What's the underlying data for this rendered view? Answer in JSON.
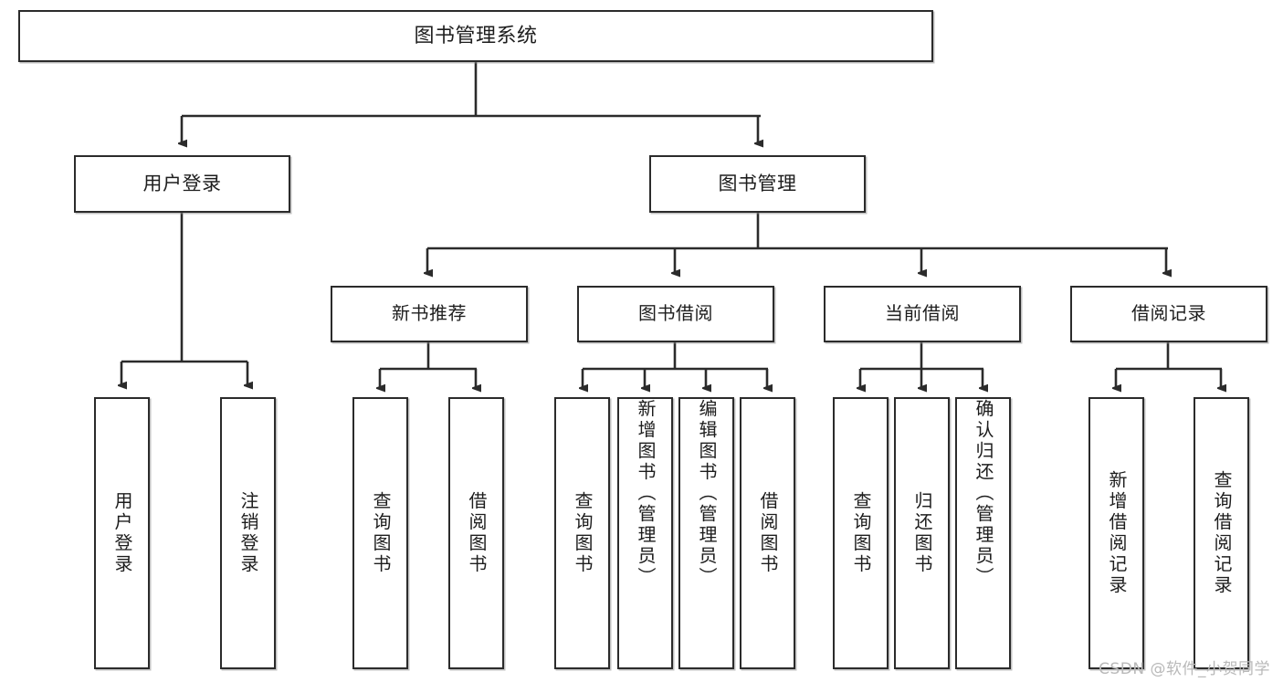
{
  "diagram": {
    "type": "tree",
    "title": "图书管理系统",
    "watermark": "CSDN @软件_小贺同学",
    "style": {
      "box_border_color": "#2b2b2b",
      "box_fill_color": "#ffffff",
      "connector_color": "#2b2b2b",
      "text_color": "#1d1d1d",
      "watermark_color": "#b9b9b9",
      "background": "#ffffff"
    },
    "levels": 4,
    "nodes": {
      "root": {
        "id": "root",
        "label": "图书管理系统",
        "level": 1,
        "orientation": "horizontal"
      },
      "l2": [
        {
          "id": "user-login",
          "label": "用户登录",
          "level": 2,
          "orientation": "horizontal",
          "parent": "root"
        },
        {
          "id": "book-manage",
          "label": "图书管理",
          "level": 2,
          "orientation": "horizontal",
          "parent": "root"
        }
      ],
      "l3": [
        {
          "id": "new-book-rec",
          "label": "新书推荐",
          "level": 3,
          "orientation": "horizontal",
          "parent": "book-manage"
        },
        {
          "id": "book-borrow",
          "label": "图书借阅",
          "level": 3,
          "orientation": "horizontal",
          "parent": "book-manage"
        },
        {
          "id": "current-borrow",
          "label": "当前借阅",
          "level": 3,
          "orientation": "horizontal",
          "parent": "book-manage"
        },
        {
          "id": "borrow-record",
          "label": "借阅记录",
          "level": 3,
          "orientation": "horizontal",
          "parent": "book-manage"
        }
      ],
      "leaves": [
        {
          "id": "leaf-user-login",
          "label": "用户登录",
          "parent": "user-login",
          "orientation": "vertical"
        },
        {
          "id": "leaf-logout",
          "label": "注销登录",
          "parent": "user-login",
          "orientation": "vertical"
        },
        {
          "id": "leaf-query-book-1",
          "label": "查询图书",
          "parent": "new-book-rec",
          "orientation": "vertical"
        },
        {
          "id": "leaf-borrow-book-1",
          "label": "借阅图书",
          "parent": "new-book-rec",
          "orientation": "vertical"
        },
        {
          "id": "leaf-query-book-2",
          "label": "查询图书",
          "parent": "book-borrow",
          "orientation": "vertical"
        },
        {
          "id": "leaf-add-book",
          "label": "新增图书（管理员）",
          "parent": "book-borrow",
          "orientation": "vertical"
        },
        {
          "id": "leaf-edit-book",
          "label": "编辑图书（管理员）",
          "parent": "book-borrow",
          "orientation": "vertical"
        },
        {
          "id": "leaf-borrow-book-2",
          "label": "借阅图书",
          "parent": "book-borrow",
          "orientation": "vertical"
        },
        {
          "id": "leaf-query-book-3",
          "label": "查询图书",
          "parent": "current-borrow",
          "orientation": "vertical"
        },
        {
          "id": "leaf-return-book",
          "label": "归还图书",
          "parent": "current-borrow",
          "orientation": "vertical"
        },
        {
          "id": "leaf-confirm-return",
          "label": "确认归还（管理员）",
          "parent": "current-borrow",
          "orientation": "vertical"
        },
        {
          "id": "leaf-add-record",
          "label": "新增借阅记录",
          "parent": "borrow-record",
          "orientation": "vertical"
        },
        {
          "id": "leaf-query-record",
          "label": "查询借阅记录",
          "parent": "borrow-record",
          "orientation": "vertical"
        }
      ]
    }
  }
}
